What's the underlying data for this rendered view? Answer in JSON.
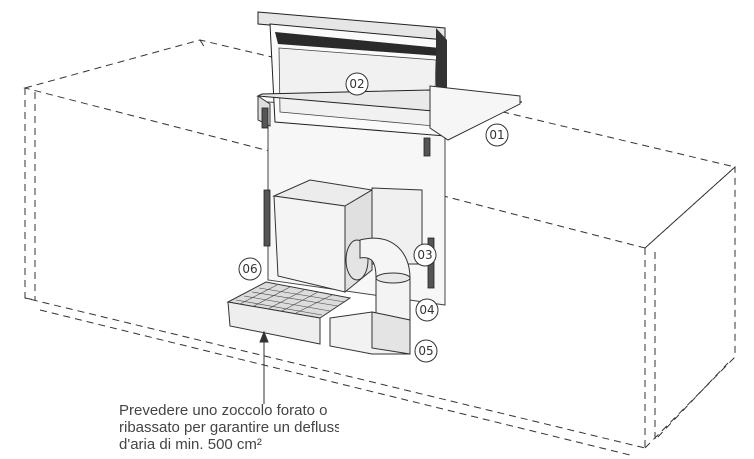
{
  "callouts": {
    "c01": "01",
    "c02": "02",
    "c03": "03",
    "c04": "04",
    "c05": "05",
    "c06": "06"
  },
  "caption": {
    "line1": "Prevedere uno zoccolo forato o",
    "line2": "ribassato per garantire un deflusso",
    "line3": "d'aria di min. 500 cm²"
  },
  "colors": {
    "line": "#333333",
    "panel": "#f2f2f2",
    "dark": "#2a2a2a"
  }
}
